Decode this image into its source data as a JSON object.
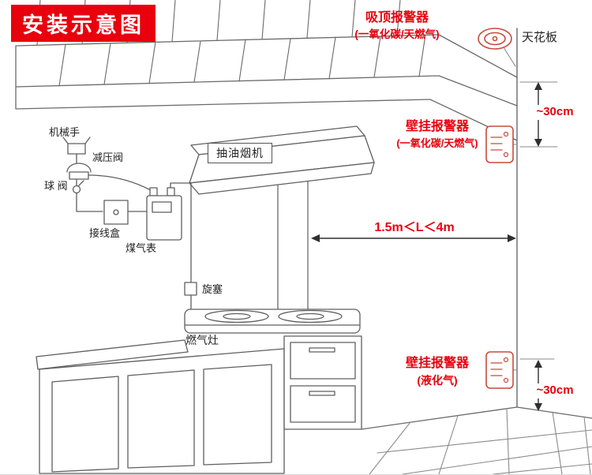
{
  "title": "安装示意图",
  "annotations": {
    "ceiling": "天花板",
    "ceiling_alarm": {
      "label": "吸顶报警器",
      "sub": "(一氧化碳/天燃气)"
    },
    "wall_alarm_top": {
      "label": "壁挂报警器",
      "sub": "(一氧化碳/天燃气)"
    },
    "wall_alarm_bottom": {
      "label": "壁挂报警器",
      "sub": "(液化气)"
    },
    "gap_top": "~30cm",
    "gap_bottom": "~30cm",
    "distance_range": "1.5m＜L＜4m"
  },
  "components": {
    "manipulator": "机械手",
    "pressure_valve": "减压阀",
    "ball_valve": "球 阀",
    "junction_box": "接线盒",
    "gas_meter": "煤气表",
    "range_hood": "抽油烟机",
    "plug_valve": "旋塞",
    "gas_stove": "燃气灶"
  },
  "colors": {
    "title_bg": "#e8000d",
    "annotation_red": "#e8000d",
    "line_gray": "#5f5f5f",
    "alarm_outline": "#c64b3c"
  }
}
